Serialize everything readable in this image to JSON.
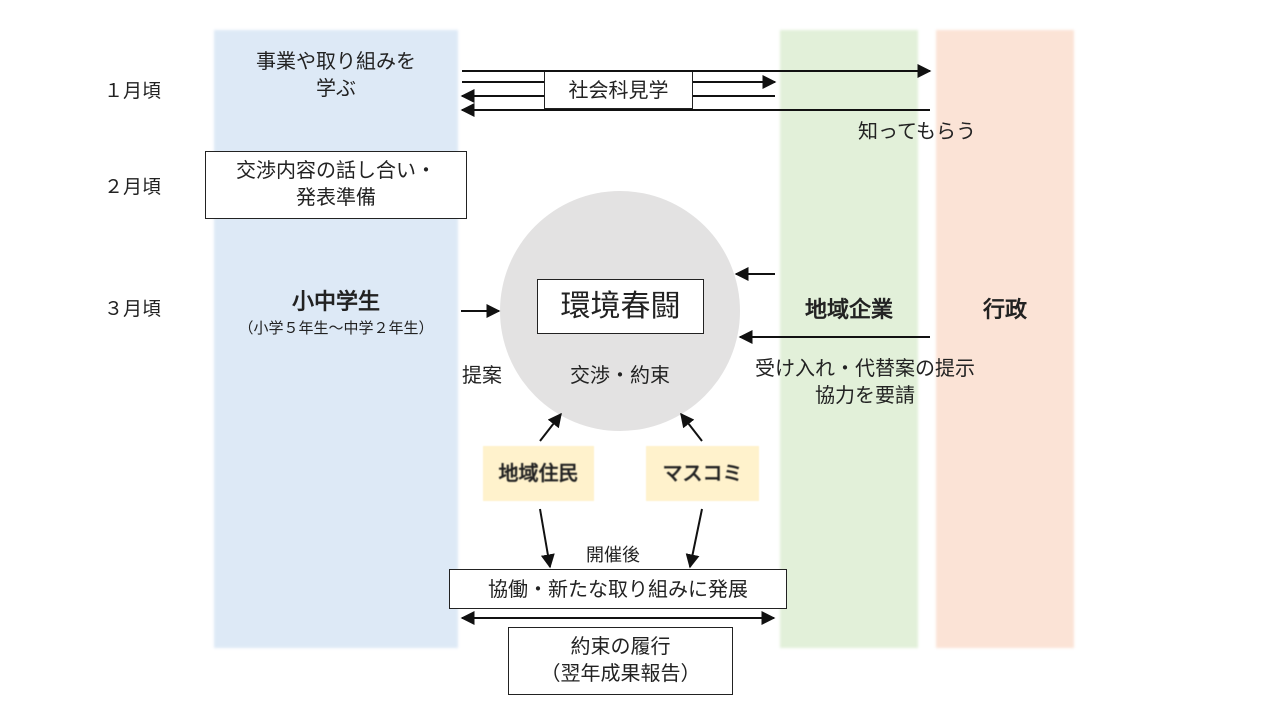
{
  "months": {
    "jan": "１月頃",
    "feb": "２月頃",
    "mar": "３月頃"
  },
  "students": {
    "learn_line1": "事業や取り組みを",
    "learn_line2": "学ぶ",
    "discuss_line1": "交渉内容の話し合い・",
    "discuss_line2": "発表準備",
    "title": "小中学生",
    "subtitle": "（小学５年生～中学２年生）",
    "propose": "提案"
  },
  "center": {
    "title": "環境春闘",
    "subtitle": "交渉・約束"
  },
  "field_trip": "社会科見学",
  "let_know": "知ってもらう",
  "business": {
    "title": "地域企業"
  },
  "government": {
    "title": "行政"
  },
  "response": {
    "line1": "受け入れ・代替案の提示",
    "line2": "協力を要請"
  },
  "residents": "地域住民",
  "media": "マスコミ",
  "after": "開催後",
  "collaboration": "協働・新たな取り組みに発展",
  "promise": {
    "line1": "約束の履行",
    "line2": "（翌年成果報告）"
  }
}
